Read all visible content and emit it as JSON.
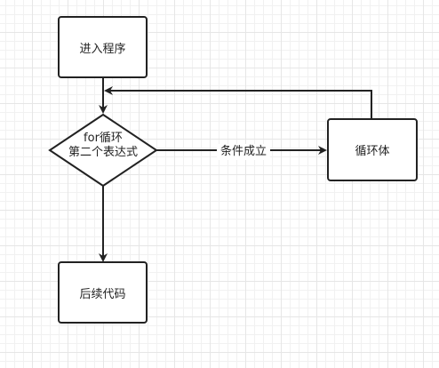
{
  "diagram": {
    "nodes": {
      "start": {
        "label": "进入程序"
      },
      "condition": {
        "line1": "for循环",
        "line2": "第二个表达式"
      },
      "loop_body": {
        "label": "循环体"
      },
      "after": {
        "label": "后续代码"
      }
    },
    "edges": {
      "true_branch": {
        "label": "条件成立"
      }
    }
  }
}
